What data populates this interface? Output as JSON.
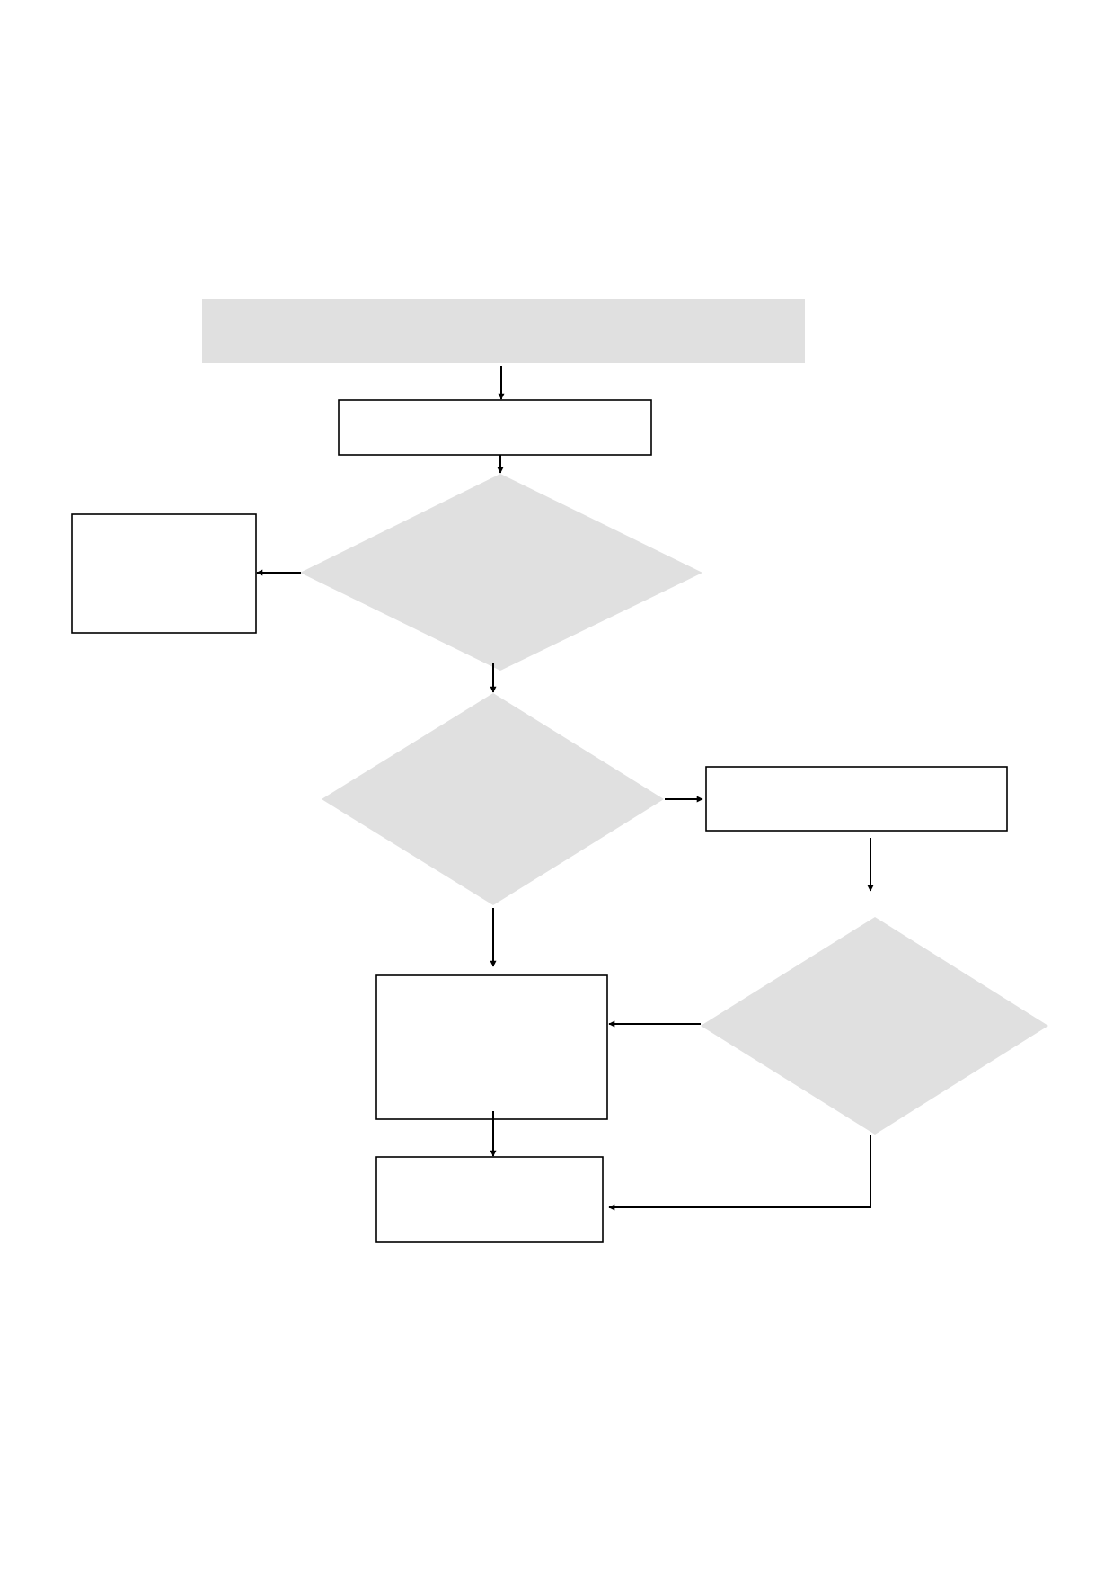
{
  "diagram": {
    "type": "flowchart",
    "colors": {
      "shaded_fill": "#e0e0e0",
      "box_fill": "#ffffff",
      "stroke": "#000000",
      "background": "#ffffff"
    },
    "nodes": [
      {
        "id": "header-bar",
        "shape": "rectangle",
        "style": "shaded",
        "label": ""
      },
      {
        "id": "step-box-1",
        "shape": "rectangle",
        "style": "outlined",
        "label": ""
      },
      {
        "id": "decision-1",
        "shape": "diamond",
        "style": "shaded",
        "label": ""
      },
      {
        "id": "left-outcome-box",
        "shape": "rectangle",
        "style": "outlined",
        "label": ""
      },
      {
        "id": "decision-2",
        "shape": "diamond",
        "style": "shaded",
        "label": ""
      },
      {
        "id": "right-step-box",
        "shape": "rectangle",
        "style": "outlined",
        "label": ""
      },
      {
        "id": "center-box",
        "shape": "rectangle",
        "style": "outlined",
        "label": ""
      },
      {
        "id": "decision-3",
        "shape": "diamond",
        "style": "shaded",
        "label": ""
      },
      {
        "id": "final-box",
        "shape": "rectangle",
        "style": "outlined",
        "label": ""
      }
    ],
    "edges": [
      {
        "from": "header-bar",
        "to": "step-box-1"
      },
      {
        "from": "step-box-1",
        "to": "decision-1"
      },
      {
        "from": "decision-1",
        "to": "left-outcome-box"
      },
      {
        "from": "decision-1",
        "to": "decision-2"
      },
      {
        "from": "decision-2",
        "to": "right-step-box"
      },
      {
        "from": "decision-2",
        "to": "center-box"
      },
      {
        "from": "right-step-box",
        "to": "decision-3"
      },
      {
        "from": "decision-3",
        "to": "center-box"
      },
      {
        "from": "center-box",
        "to": "final-box"
      },
      {
        "from": "decision-3",
        "to": "final-box"
      }
    ]
  }
}
